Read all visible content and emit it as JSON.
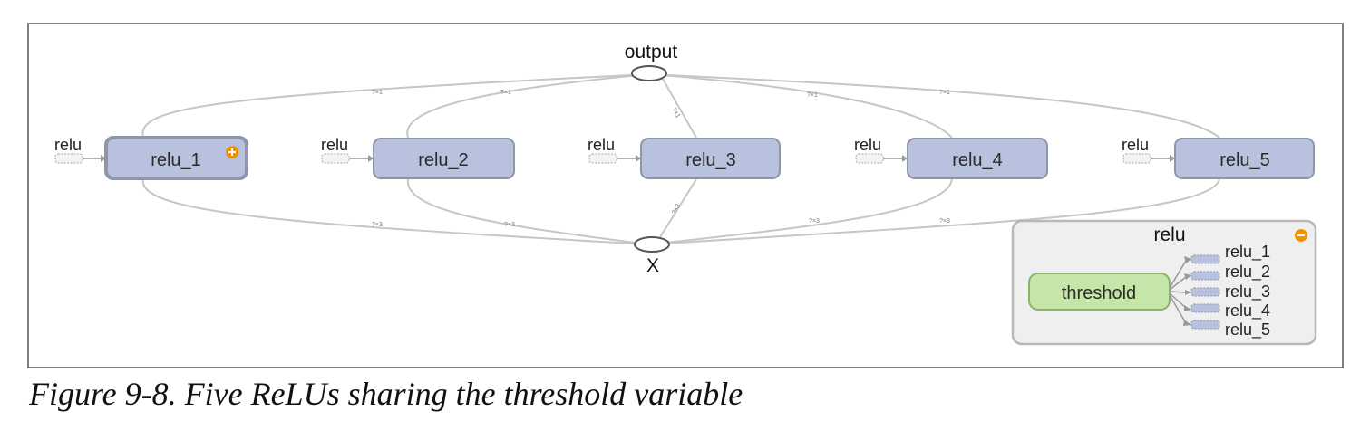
{
  "graph": {
    "output_label": "output",
    "input_label": "X",
    "modules": [
      {
        "name": "relu_1",
        "scope_label": "relu",
        "expand_icon": "plus-icon"
      },
      {
        "name": "relu_2",
        "scope_label": "relu"
      },
      {
        "name": "relu_3",
        "scope_label": "relu"
      },
      {
        "name": "relu_4",
        "scope_label": "relu"
      },
      {
        "name": "relu_5",
        "scope_label": "relu"
      }
    ],
    "edge_labels": {
      "top": [
        "?×1",
        "?×1",
        "?×1",
        "?×1",
        "?×1"
      ],
      "bottom": [
        "?×3",
        "?×3",
        "?×3",
        "?×3",
        "?×3"
      ]
    },
    "expanded_scope": {
      "title": "relu",
      "collapse_icon": "minus-icon",
      "variable": "threshold",
      "outputs": [
        "relu_1",
        "relu_2",
        "relu_3",
        "relu_4",
        "relu_5"
      ]
    },
    "colors": {
      "module_fill": "#b8c1de",
      "module_stroke": "#8e96a8",
      "variable_fill": "#c6e5a8",
      "variable_stroke": "#8cb36c",
      "edge": "#c6c6c6",
      "panel_fill": "#efefef",
      "icon_orange": "#f39200"
    }
  },
  "caption": "Figure 9-8. Five ReLUs sharing the threshold variable"
}
